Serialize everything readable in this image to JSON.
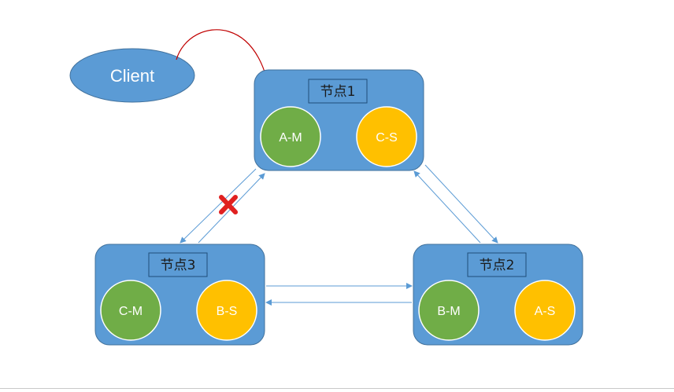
{
  "client": {
    "label": "Client"
  },
  "nodes": [
    {
      "id": "node1",
      "title": "节点1",
      "primary": "A-M",
      "replica": "C-S"
    },
    {
      "id": "node2",
      "title": "节点2",
      "primary": "B-M",
      "replica": "A-S"
    },
    {
      "id": "node3",
      "title": "节点3",
      "primary": "C-M",
      "replica": "B-S"
    }
  ],
  "colors": {
    "node_fill": "#5b9bd5",
    "node_border": "#41719c",
    "primary_fill": "#70ad47",
    "replica_fill": "#ffc000",
    "client_fill": "#5b9bd5",
    "link": "#5b9bd5",
    "request_arrow": "#c00000",
    "failure_mark": "#e02020"
  },
  "links": [
    {
      "from": "node1",
      "to": "node3",
      "status": "broken"
    },
    {
      "from": "node1",
      "to": "node2",
      "status": "ok"
    },
    {
      "from": "node3",
      "to": "node2",
      "status": "ok"
    }
  ]
}
